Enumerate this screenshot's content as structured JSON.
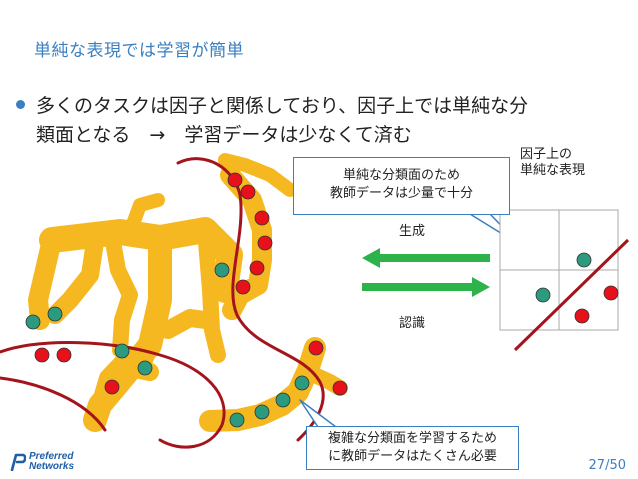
{
  "slide": {
    "title": "単純な表現では学習が簡単",
    "bullet_line1": "多くのタスクは因子と関係しており、因子上では単純な分",
    "bullet_line2": "類面となる　→　学習データは少なくて済む",
    "page_number": "27/50"
  },
  "callouts": {
    "simple_line1": "単純な分類面のため",
    "simple_line2": "教師データは少量で十分",
    "complex_line1": "複雑な分類面を学習するため",
    "complex_line2": "に教師データはたくさん必要"
  },
  "labels": {
    "generate": "生成",
    "recognize": "認識",
    "factor_line1": "因子上の",
    "factor_line2": "単純な表現"
  },
  "logo": {
    "line1": "Preferred",
    "line2": "Networks"
  },
  "colors": {
    "accent": "#3a7fc1",
    "manifold": "#f5b820",
    "red_point": "#e8101a",
    "teal_point": "#2b9a7f",
    "boundary": "#a3141c",
    "arrow": "#2db34a"
  }
}
